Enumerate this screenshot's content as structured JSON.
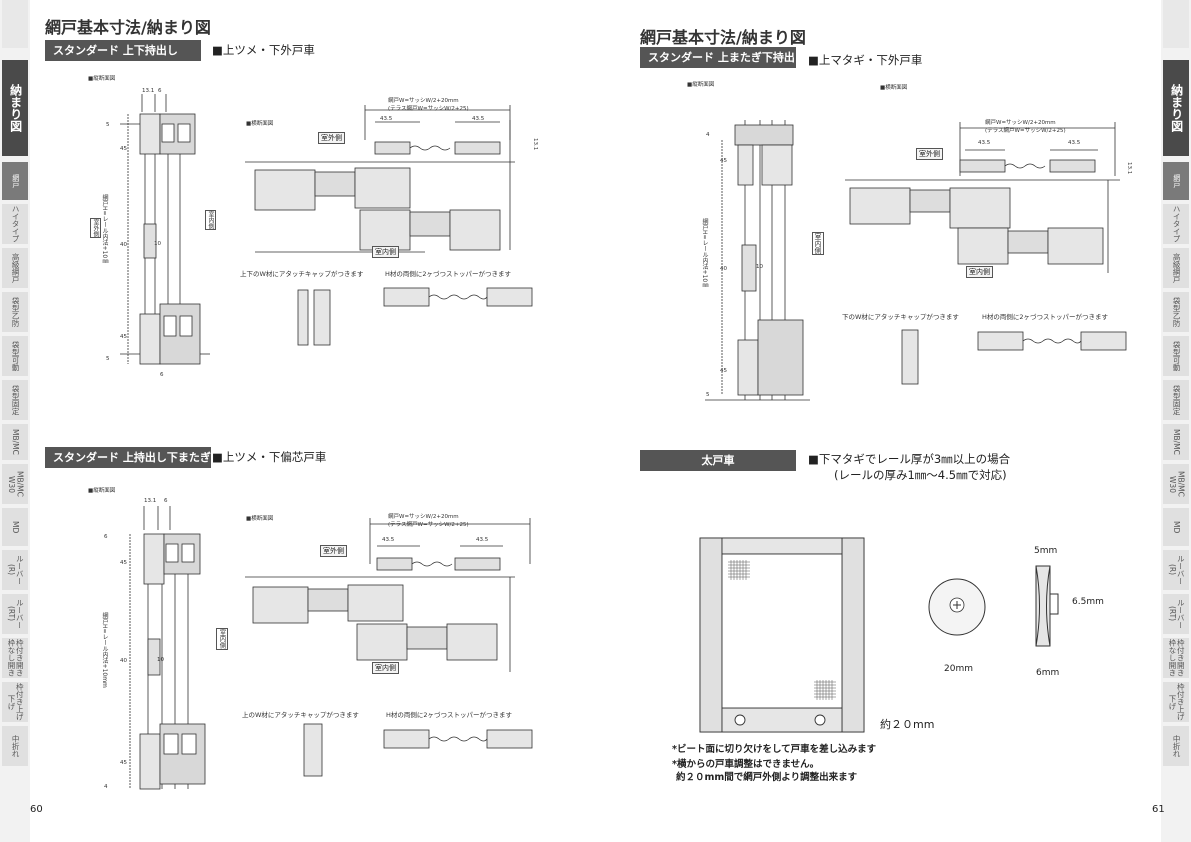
{
  "left_page": {
    "title": "網戸基本寸法/納まり図",
    "section1": {
      "tag": "スタンダード 上下持出し",
      "subtitle": "■上ツメ・下外戸車",
      "vertical_label": "■縦断面図",
      "horizontal_label": "■横断面図",
      "dim_w": "網戸W=サッシW/2+20mm",
      "dim_w_note": "(テラス網戸W=サッシW/2+25)",
      "dim_43_a": "43.5",
      "dim_43_b": "43.5",
      "dim_131": "13.1",
      "dim_6": "6",
      "dim_131v": "13.1",
      "dim_45a": "45",
      "dim_40": "40",
      "dim_10": "10",
      "dim_45b": "45",
      "dim_5a": "5",
      "dim_5b": "5",
      "dim_6b": "6",
      "dim_h": "網戸H=レール内法+10㎜",
      "side_out": "室外側",
      "side_in": "室内側",
      "box_out": "室外側",
      "box_in": "室内側",
      "note_cap": "上下のW材にアタッチキャップがつきます",
      "note_stopper": "H材の両側に2ヶづつストッパーがつきます"
    },
    "section2": {
      "tag": "スタンダード 上持出し下またぎ",
      "subtitle": "■上ツメ・下偏芯戸車",
      "vertical_label": "■縦断面図",
      "horizontal_label": "■横断面図",
      "dim_w": "網戸W=サッシW/2+20mm",
      "dim_w_note": "(テラス網戸W=サッシW/2+25)",
      "dim_43_a": "43.5",
      "dim_43_b": "43.5",
      "dim_131": "13.1",
      "dim_6": "6",
      "dim_6top": "6",
      "dim_45a": "45",
      "dim_40": "40",
      "dim_10": "10",
      "dim_45b": "45",
      "dim_4": "4",
      "dim_h": "網戸H=レール内法+10mm",
      "side_out": "室外側",
      "side_in": "室内側",
      "box_in": "室内側",
      "note_cap": "上のW材にアタッチキャップがつきます",
      "note_stopper": "H材の両側に2ヶづつストッパーがつきます"
    },
    "page_number": "60"
  },
  "right_page": {
    "title": "網戸基本寸法/納まり図",
    "section1": {
      "tag": "スタンダード 上またぎ下持出し",
      "subtitle": "■上マタギ・下外戸車",
      "vertical_label": "■縦断面図",
      "horizontal_label": "■横断面図",
      "dim_w": "網戸W=サッシW/2+20mm",
      "dim_w_note": "(テラス網戸W=サッシW/2+25)",
      "dim_43_a": "43.5",
      "dim_43_b": "43.5",
      "dim_131": "13.1",
      "dim_45a": "45",
      "dim_40": "40",
      "dim_10": "10",
      "dim_45b": "45",
      "dim_5": "5",
      "dim_4": "4",
      "dim_h": "網戸H=レール内法+10㎜",
      "box_out": "室外側",
      "box_in": "室内側",
      "side_in": "室内側",
      "note_cap": "下のW材にアタッチキャップがつきます",
      "note_stopper": "H材の両側に2ヶづつストッパーがつきます"
    },
    "section2": {
      "tag": "太戸車",
      "subtitle": "■下マタギでレール厚が3㎜以上の場合",
      "subtitle2": "(レールの厚み1㎜～4.5㎜で対応)",
      "dim_5mm": "5mm",
      "dim_65mm": "6.5mm",
      "dim_20mm": "20mm",
      "dim_6mm": "6mm",
      "dim_yaku20": "約２０mm",
      "note1": "*ビート面に切り欠けをして戸車を差し込みます",
      "note2": "*横からの戸車調整はできません。",
      "note3": "約２０mm間で網戸外側より調整出来ます"
    },
    "page_number": "61"
  },
  "sidebar": {
    "items": [
      {
        "label": "納まり図"
      },
      {
        "label": "網戸"
      },
      {
        "label": "ハイタイプ"
      },
      {
        "label": "高級網戸"
      },
      {
        "label": "袋型乙防"
      },
      {
        "label": "袋型可動"
      },
      {
        "label": "袋型固定"
      },
      {
        "label": "MB/MC"
      },
      {
        "label": "MB/MC W30"
      },
      {
        "label": "MD"
      },
      {
        "label": "ルーバー(R)"
      },
      {
        "label": "ルーバー(RT)"
      },
      {
        "label": "枠付き開き 枠なし開き"
      },
      {
        "label": "枠付き上げ下げ"
      },
      {
        "label": "中折れ"
      }
    ]
  },
  "colors": {
    "accent": "#4a4a4a",
    "tag_bg": "#555555",
    "sidebar_bg": "#f2f2f2"
  }
}
